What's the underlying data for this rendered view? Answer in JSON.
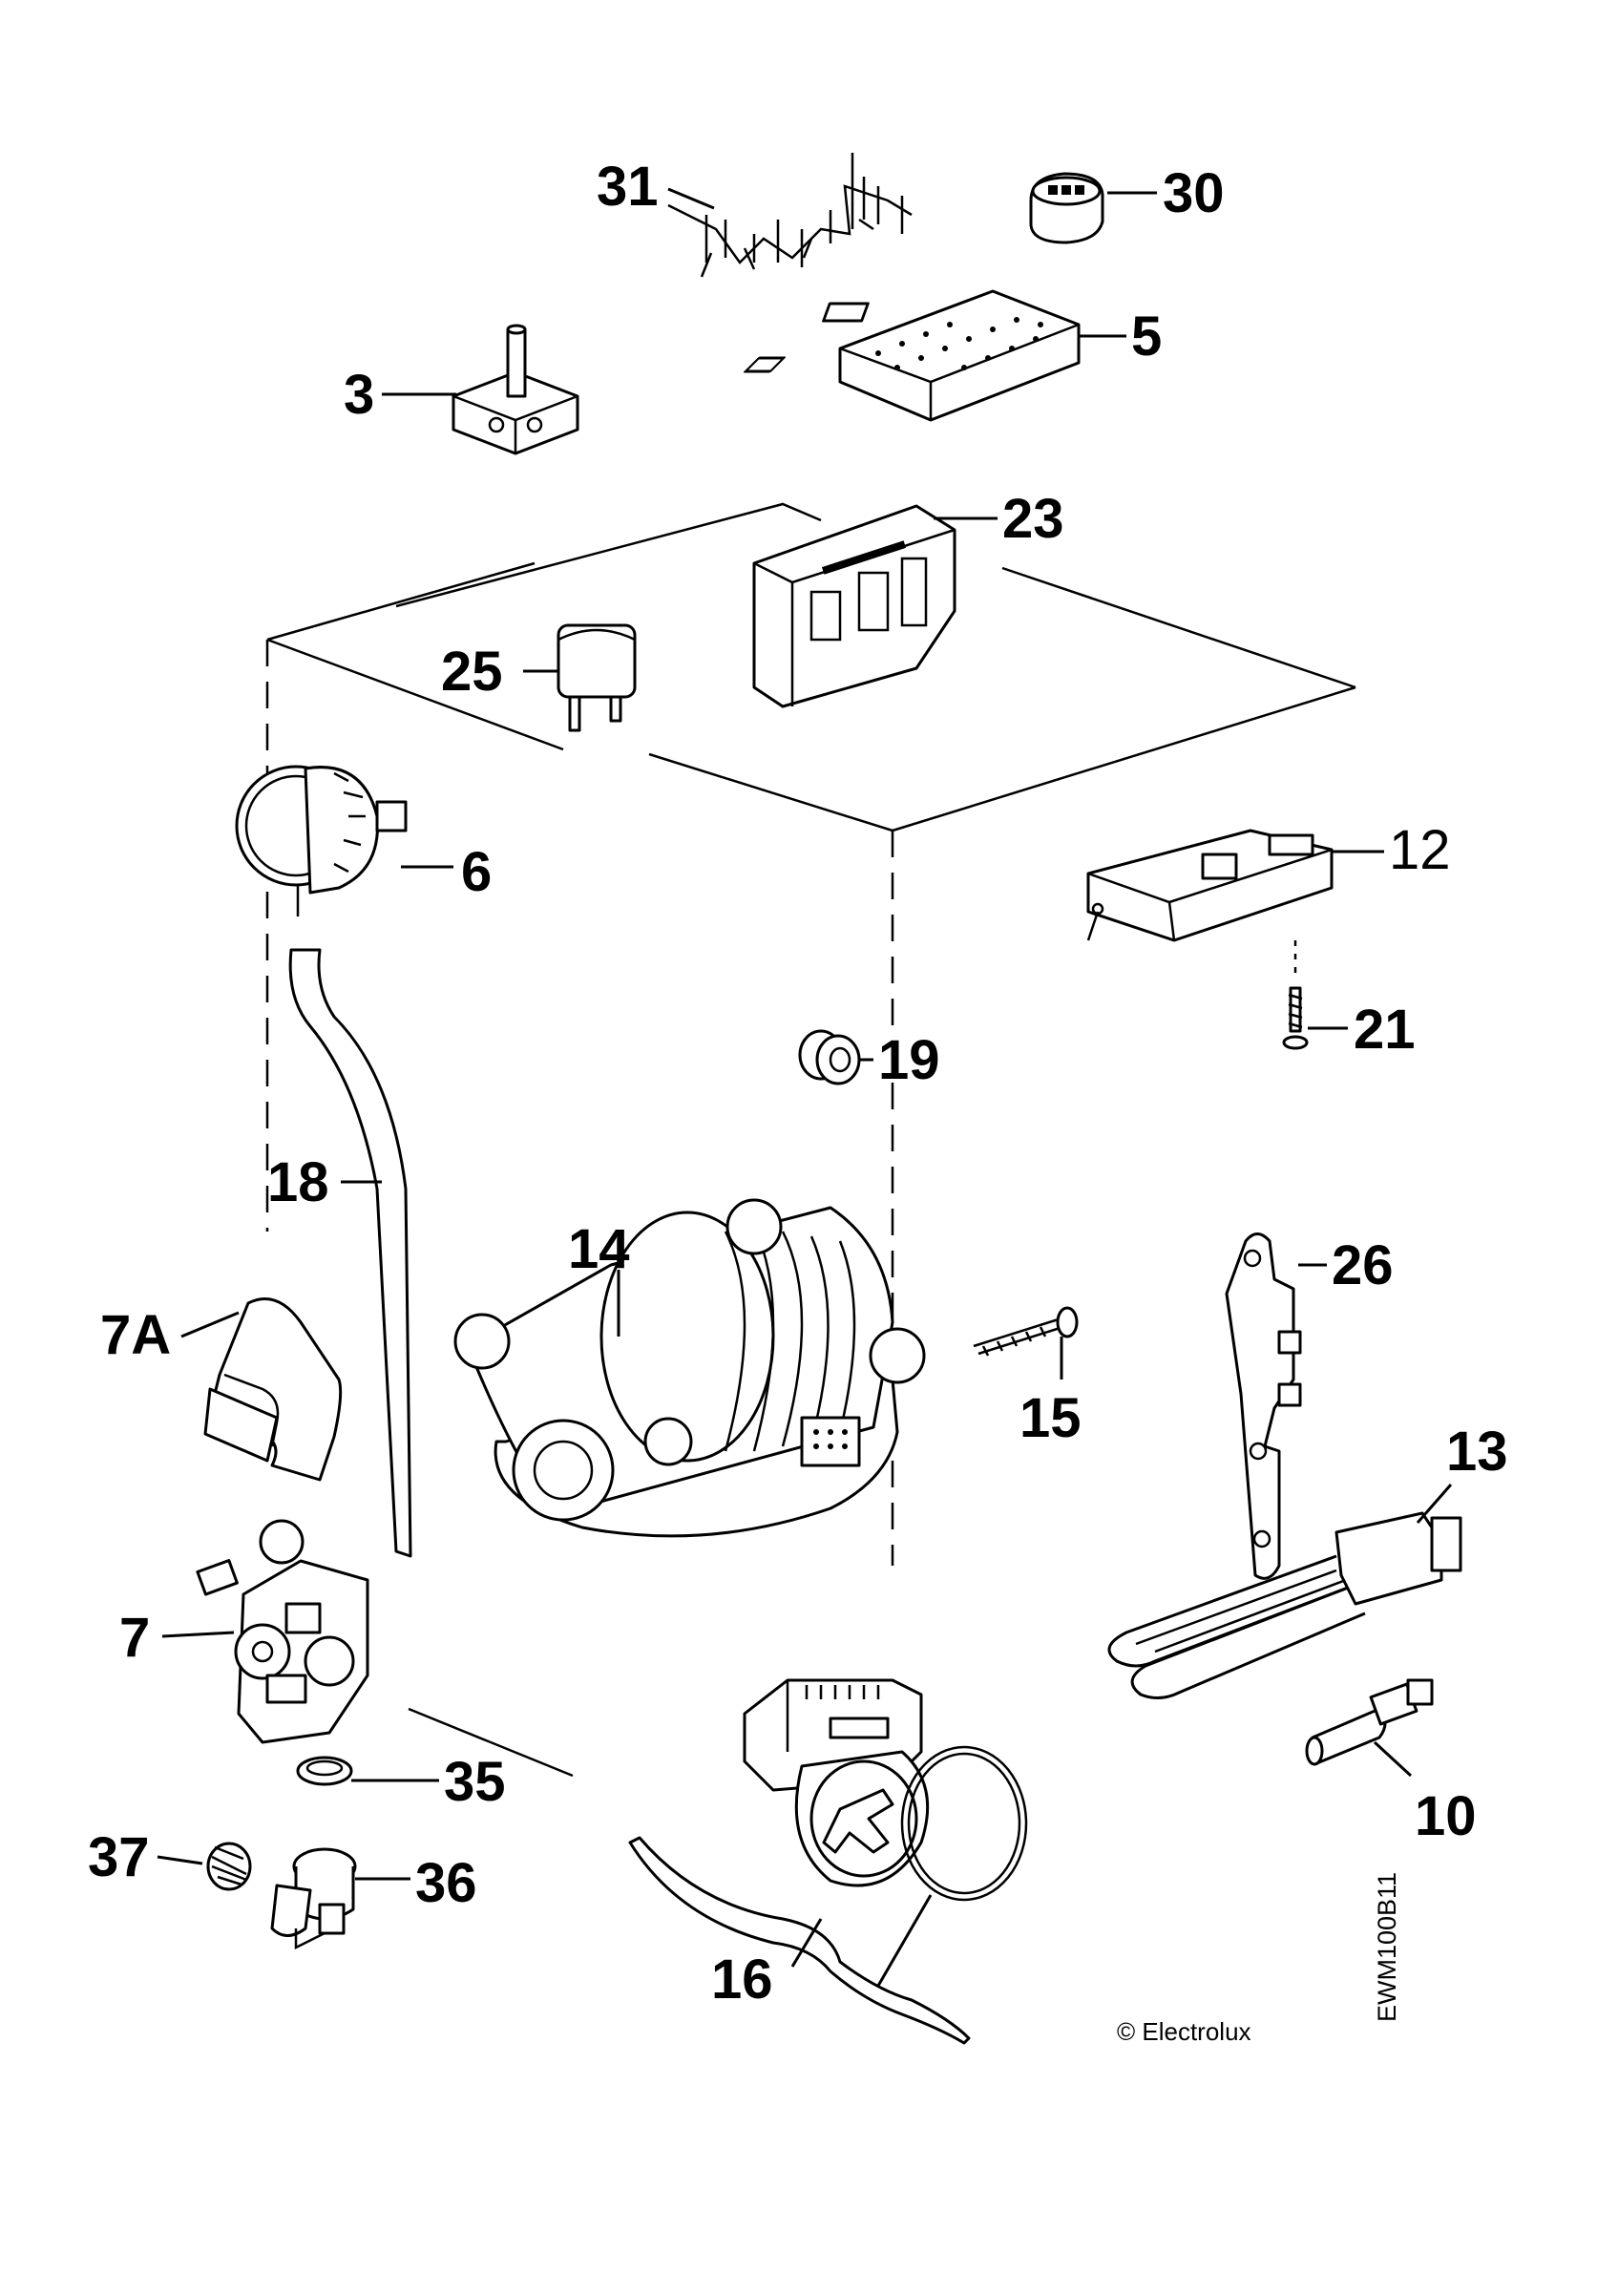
{
  "labels": {
    "p31": "31",
    "p30": "30",
    "p5": "5",
    "p3": "3",
    "p23": "23",
    "p25": "25",
    "p6": "6",
    "p12": "12",
    "p21": "21",
    "p19": "19",
    "p18": "18",
    "p14": "14",
    "p26": "26",
    "p7A": "7A",
    "p15": "15",
    "p13": "13",
    "p7": "7",
    "p35": "35",
    "p10": "10",
    "p37": "37",
    "p36": "36",
    "p16": "16"
  },
  "copyright": "© Electrolux",
  "drawing_code": "EWM100B11"
}
